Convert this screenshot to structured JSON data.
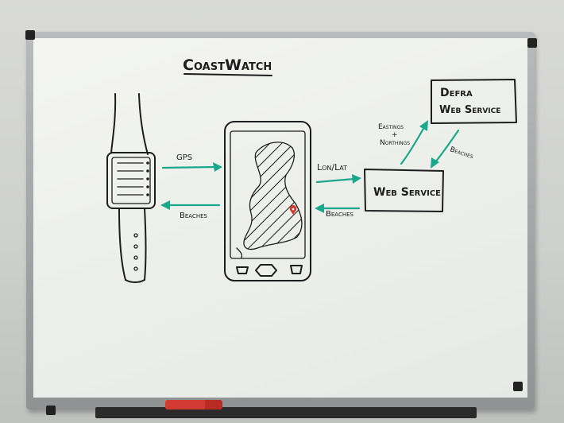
{
  "title": "CoastWatch",
  "labels": {
    "gps": "GPS",
    "beaches_watch": "Beaches",
    "lon_lat": "Lon/Lat",
    "beaches_phone": "Beaches",
    "eastings": "Eastings",
    "plus": "+",
    "northings": "Northings",
    "beaches_defra": "Beaches"
  },
  "boxes": {
    "web_service": "Web Service",
    "defra_line1": "Defra",
    "defra_line2": "Web Service"
  },
  "colors": {
    "arrow": "#19a88b",
    "ink": "#1d1d1d",
    "pin": "#d23a32",
    "marker": "#d23a32"
  },
  "icons": {
    "watch": "smartwatch-sketch",
    "phone": "smartphone-sketch",
    "map": "coastline-map-sketch",
    "pin": "map-pin-icon"
  }
}
